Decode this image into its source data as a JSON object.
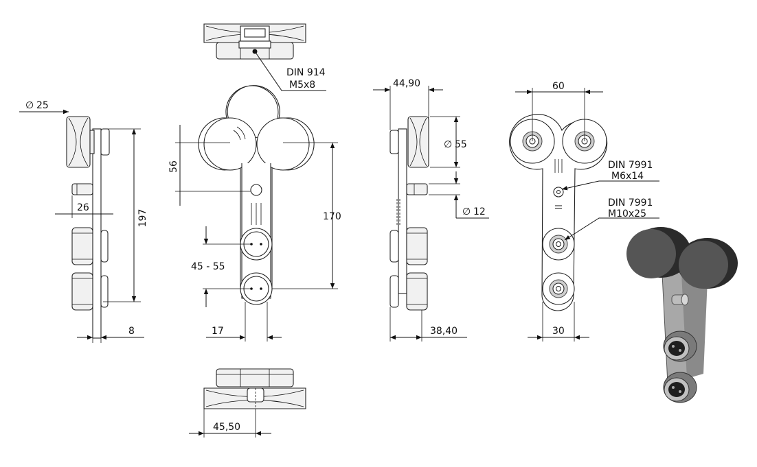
{
  "dimensions": {
    "d25": "25",
    "d26": "26",
    "d197": "197",
    "d8": "8",
    "d56": "56",
    "d170": "170",
    "d45_55": "45 - 55",
    "d17": "17",
    "d44_90": "44,90",
    "d55": "55",
    "d12": "12",
    "d38_40": "38,40",
    "d60": "60",
    "d30": "30",
    "d45_50": "45,50",
    "diameter_symbol": "∅"
  },
  "callouts": {
    "screw_top_std": "DIN 914",
    "screw_top_size": "M5x8",
    "screw_small_std": "DIN 7991",
    "screw_small_size": "M6x14",
    "screw_large_std": "DIN 7991",
    "screw_large_size": "M10x25"
  },
  "colors": {
    "line": "#111111",
    "roller_dark": "#3a3a3a",
    "metal": "#a8a8a8"
  }
}
